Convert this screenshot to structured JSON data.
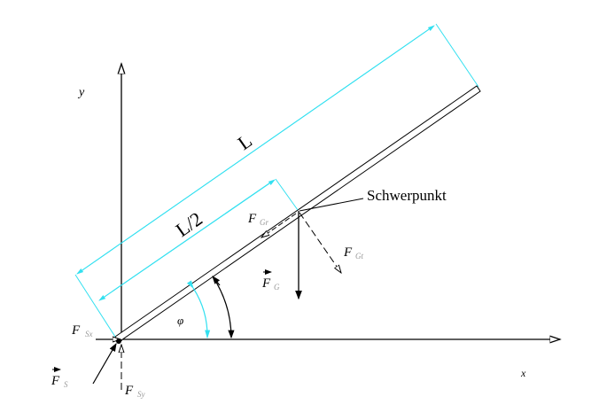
{
  "labels": {
    "y_axis": "y",
    "x_axis": "x",
    "length": "L",
    "half_length": "L/2",
    "center_of_mass": "Schwerpunkt",
    "angle": "φ",
    "force_letter": "F",
    "sub_Gr": "Gr",
    "sub_Gt": "Gt",
    "sub_G": "G",
    "sub_Sx": "Sx",
    "sub_Sy": "Sy",
    "sub_S": "S"
  },
  "colors": {
    "dimension": "#33e0f0",
    "line": "#000000"
  }
}
